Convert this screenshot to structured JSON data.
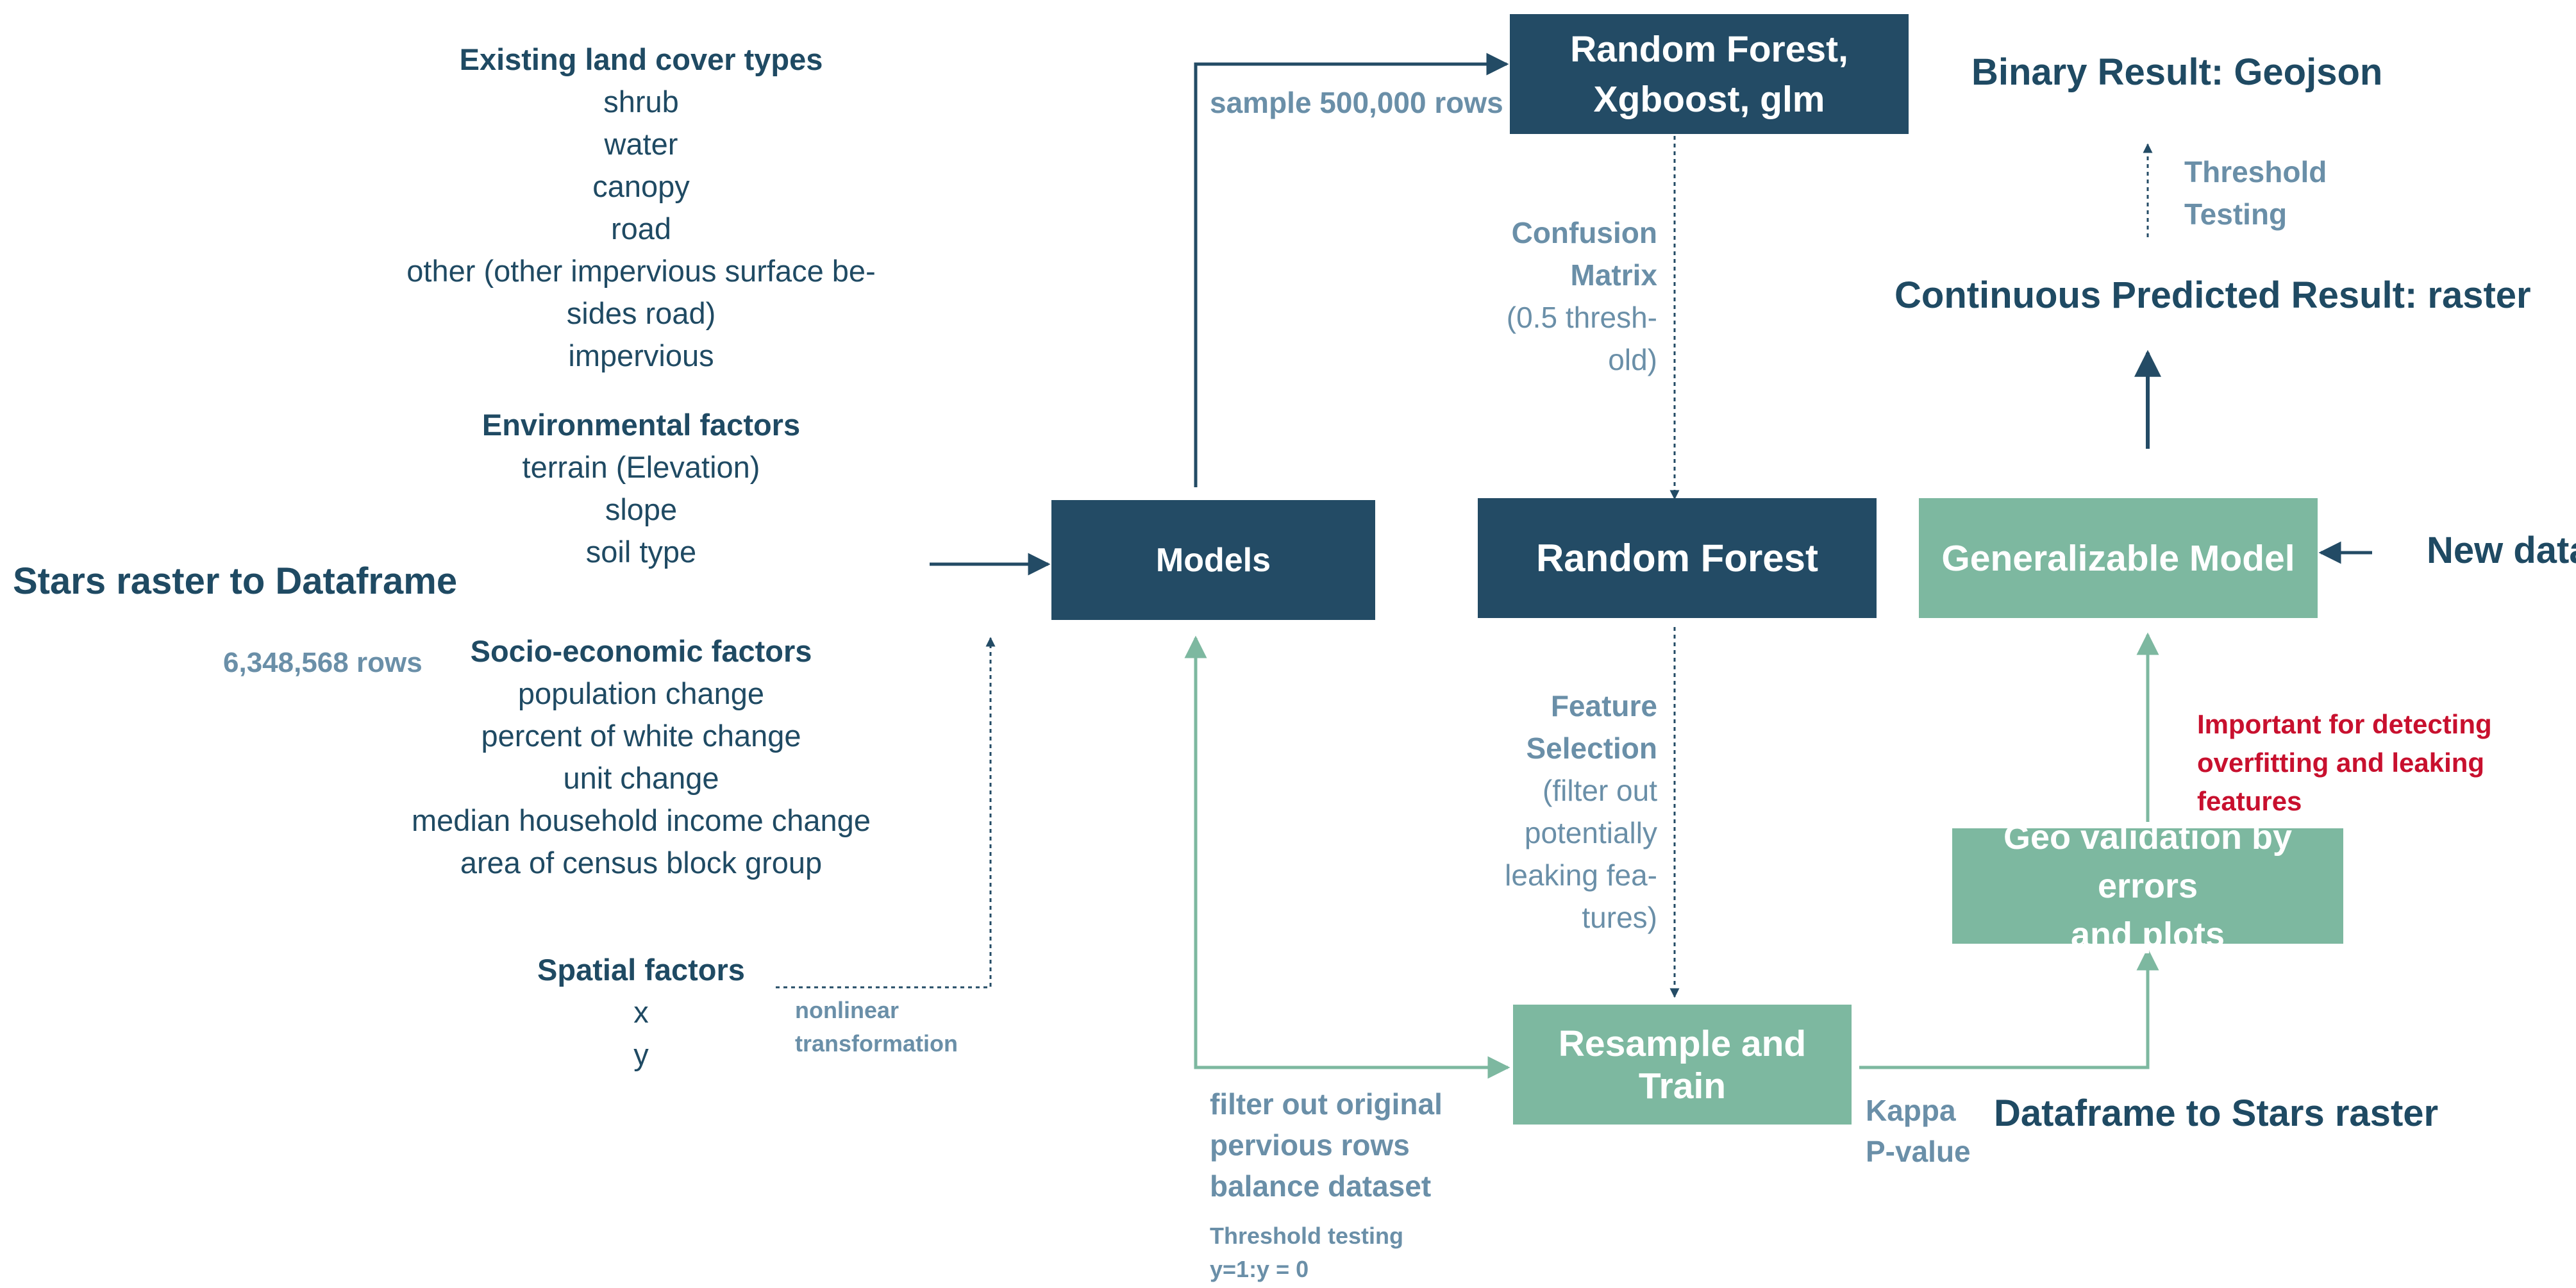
{
  "input_title": "Stars raster to Dataframe",
  "input_rows": "6,348,568 rows",
  "factor_groups": [
    {
      "title": "Existing land cover types",
      "items": [
        "shrub",
        "water",
        "canopy",
        "road",
        "other (other impervious surface be-",
        "sides road)",
        "impervious"
      ]
    },
    {
      "title": "Environmental factors",
      "items": [
        "terrain (Elevation)",
        "slope",
        "soil type"
      ]
    },
    {
      "title": "Socio-economic factors",
      "items": [
        "population change",
        "percent of white change",
        "unit change",
        "median household income change",
        "area of census block group"
      ]
    },
    {
      "title": "Spatial factors",
      "items": [
        "x",
        "y"
      ]
    }
  ],
  "spatial_note": [
    "nonlinear",
    "transformation"
  ],
  "boxes": {
    "models": "Models",
    "rf_xgb_glm": [
      "Random Forest,",
      "Xgboost, glm"
    ],
    "random_forest": "Random Forest",
    "resample_train": "Resample and Train",
    "generalizable_model": "Generalizable Model",
    "geo_validation": [
      "Geo validation by errors",
      "and plots"
    ]
  },
  "edge_labels": {
    "sample": "sample 500,000 rows",
    "confusion": [
      "Confusion",
      "Matrix",
      "(0.5 thresh-",
      "old)"
    ],
    "feature_selection": [
      "Feature",
      "Selection",
      "(filter out",
      "potentially",
      "leaking fea-",
      "tures)"
    ],
    "filter_balance": [
      "filter out original",
      "pervious rows",
      "balance dataset"
    ],
    "threshold_testing_bottom": [
      "Threshold testing",
      "y=1:y = 0"
    ],
    "kappa": [
      "Kappa",
      "P-value"
    ],
    "threshold_testing_top": [
      "Threshold",
      "Testing"
    ],
    "overfitting_note": [
      "Important for detecting",
      "overfitting and leaking",
      "features"
    ]
  },
  "outputs": {
    "binary_result": "Binary Result: Geojson",
    "continuous_result": "Continuous Predicted Result: raster",
    "dataframe_to_stars": "Dataframe to Stars raster",
    "new_data": "New data"
  },
  "colors": {
    "dark": "#234b65",
    "green": "#7db8a0",
    "muted_text": "#6a8fa8",
    "accent_red": "#c8102e"
  }
}
